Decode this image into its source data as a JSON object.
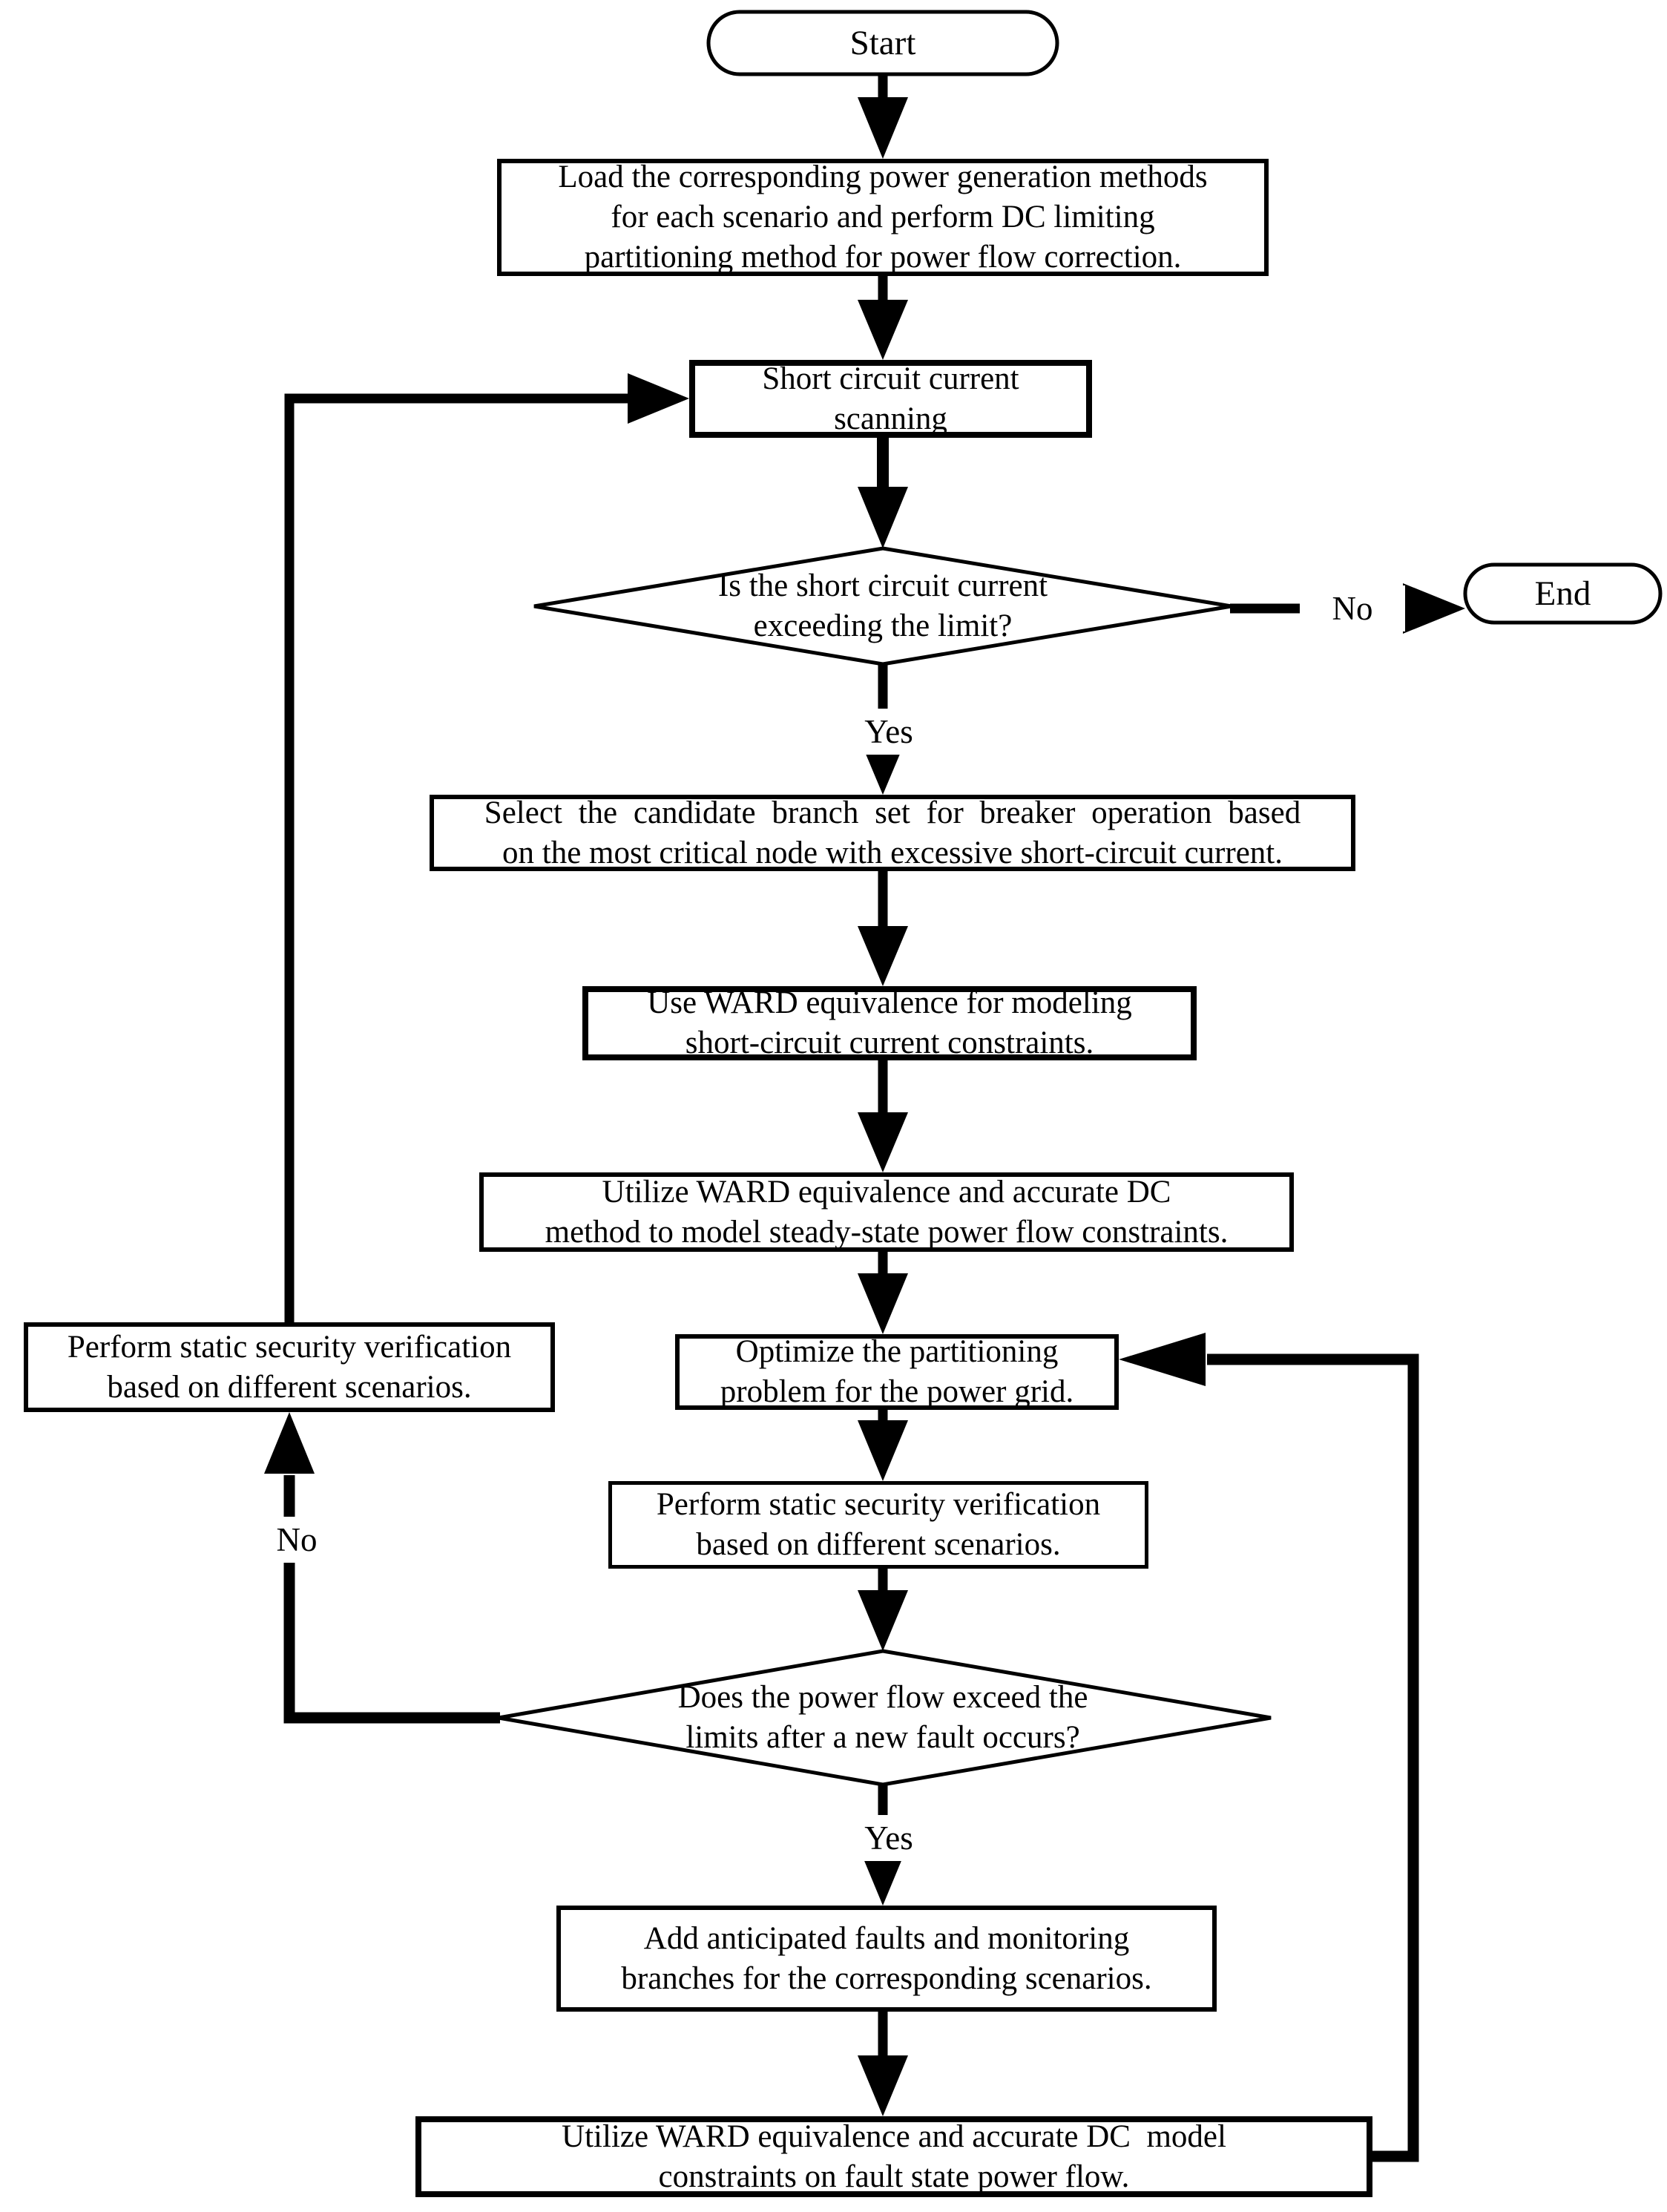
{
  "diagram": {
    "title": "short-circuit current limiting partition optimization flowchart",
    "colors": {
      "stroke": "#000000",
      "background": "#ffffff"
    },
    "nodes": {
      "start": {
        "text": "Start"
      },
      "end": {
        "text": "End"
      },
      "load": {
        "lines": [
          "Load the corresponding power generation methods",
          "for each scenario and perform DC limiting",
          "partitioning method for power flow correction."
        ]
      },
      "scan": {
        "lines": [
          "Short circuit current",
          "scanning"
        ]
      },
      "decision1": {
        "lines": [
          "Is the short circuit current",
          "exceeding the limit?"
        ]
      },
      "select": {
        "lines": [
          "Select the candidate branch set for breaker operation based",
          "on the most critical node with excessive short-circuit current."
        ]
      },
      "use_ward": {
        "lines": [
          "Use WARD equivalence for modeling",
          "short-circuit current constraints."
        ]
      },
      "utilize_steady": {
        "lines": [
          "Utilize WARD equivalence and accurate DC",
          "method to model steady-state power flow constraints."
        ]
      },
      "perform_left": {
        "lines": [
          "Perform static security verification",
          "based on different scenarios."
        ]
      },
      "optimize": {
        "lines": [
          "Optimize the partitioning",
          "problem for the power grid."
        ]
      },
      "perform_center": {
        "lines": [
          "Perform static security verification",
          "based on different scenarios."
        ]
      },
      "decision2": {
        "lines": [
          "Does the power flow exceed the",
          "limits after a new fault occurs?"
        ]
      },
      "add_faults": {
        "lines": [
          "Add anticipated faults and monitoring",
          "branches for the corresponding scenarios."
        ]
      },
      "utilize_fault": {
        "lines": [
          "Utilize WARD equivalence and accurate DC  model",
          "constraints on fault state power flow."
        ]
      }
    },
    "edge_labels": {
      "decision1_yes": "Yes",
      "decision1_no": "No",
      "decision2_yes": "Yes",
      "decision2_no": "No"
    }
  }
}
